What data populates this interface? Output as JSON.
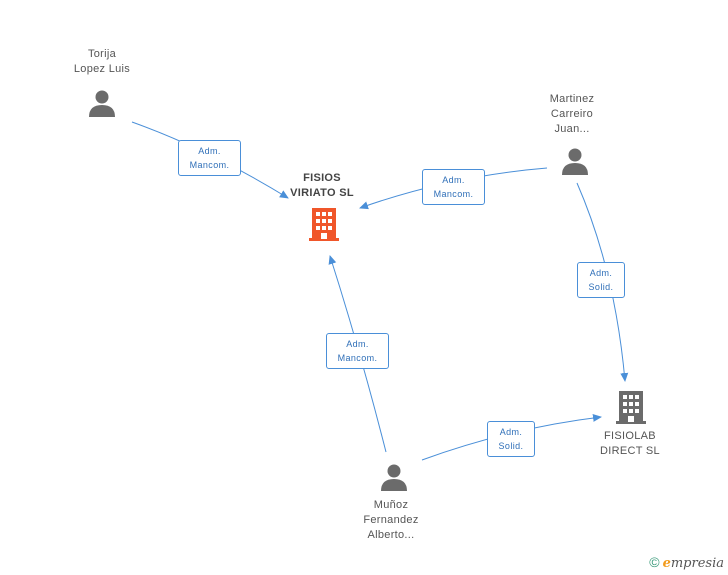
{
  "nodes": {
    "torija": {
      "line1": "Torija",
      "line2": "Lopez Luis"
    },
    "martinez": {
      "line1": "Martinez",
      "line2": "Carreiro",
      "line3": "Juan..."
    },
    "fisios": {
      "line1": "FISIOS",
      "line2": "VIRIATO  SL"
    },
    "fisiolab": {
      "line1": "FISIOLAB",
      "line2": "DIRECT  SL"
    },
    "munoz": {
      "line1": "Muñoz",
      "line2": "Fernandez",
      "line3": "Alberto..."
    }
  },
  "edges": {
    "torija_fisios": {
      "line1": "Adm.",
      "line2": "Mancom."
    },
    "martinez_fisios": {
      "line1": "Adm.",
      "line2": "Mancom."
    },
    "martinez_fisiolab": {
      "line1": "Adm.",
      "line2": "Solid."
    },
    "munoz_fisios": {
      "line1": "Adm.",
      "line2": "Mancom."
    },
    "munoz_fisiolab": {
      "line1": "Adm.",
      "line2": "Solid."
    }
  },
  "colors": {
    "main_company": "#f0562a",
    "company": "#6b6b6b",
    "person": "#6b6b6b",
    "edge": "#4a8fd8"
  },
  "footer": {
    "copyright": "©",
    "brand_e": "e",
    "brand_rest": "mpresia"
  }
}
